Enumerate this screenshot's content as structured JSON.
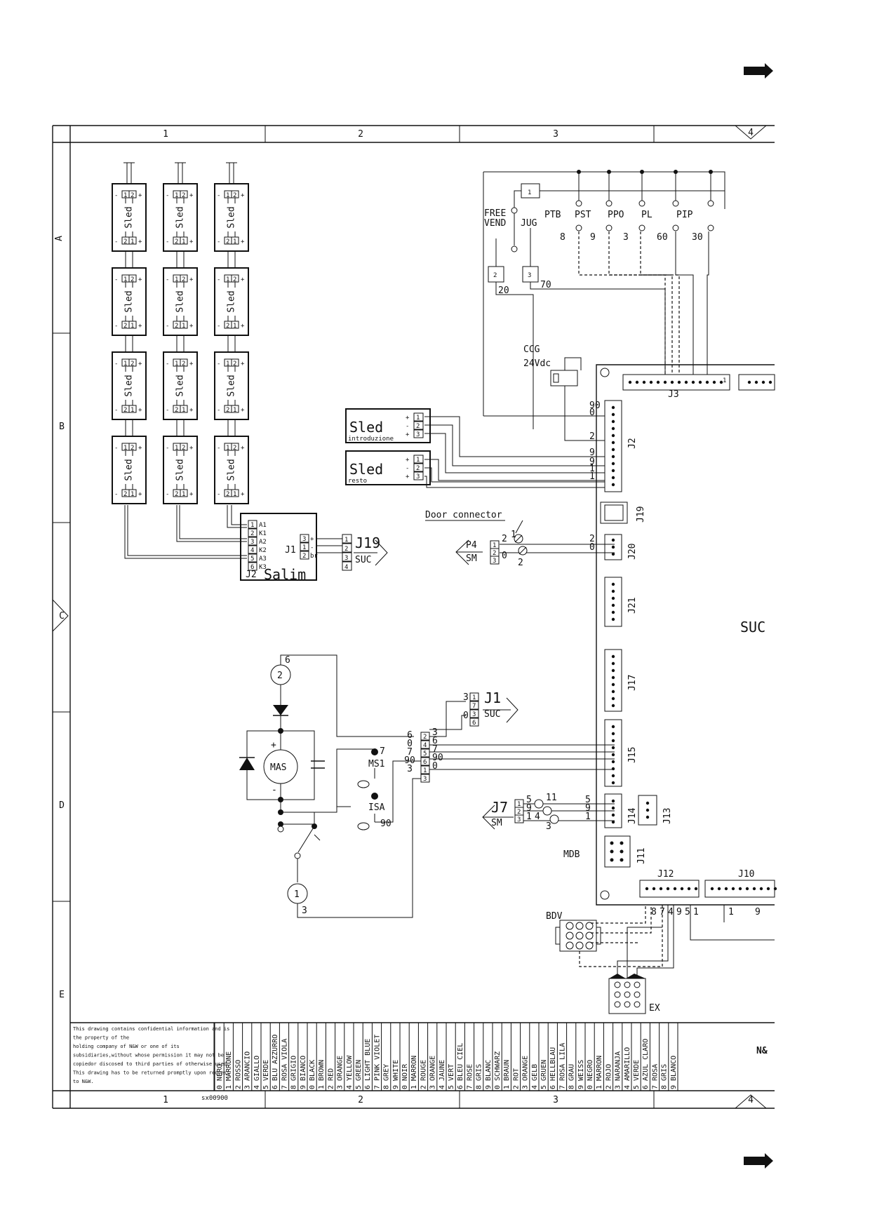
{
  "frame": {
    "columns": [
      "1",
      "2",
      "3",
      "4"
    ],
    "rows": [
      "A",
      "B",
      "C",
      "D",
      "E"
    ],
    "drawing_code": "sx00900",
    "brand_fragment": "N&"
  },
  "sled_matrix": {
    "label": "Sled",
    "top_pins": [
      "1",
      "2"
    ],
    "bottom_pins": [
      "2",
      "1"
    ],
    "signs": [
      "-",
      "+"
    ]
  },
  "sled_intro": {
    "title": "Sled",
    "subtitle": "introduzione",
    "pins": [
      "1",
      "2",
      "3"
    ],
    "signs": [
      "+",
      "-",
      "+"
    ]
  },
  "sled_resto": {
    "title": "Sled",
    "subtitle": "resto",
    "pins": [
      "1",
      "2",
      "3"
    ],
    "signs": [
      "+",
      "-",
      "+"
    ]
  },
  "salim": {
    "title": "Salim",
    "j2": "J2",
    "j1": "J1",
    "left_pins": [
      "1",
      "2",
      "3",
      "4",
      "5",
      "6"
    ],
    "left_labels": [
      "A1",
      "K1",
      "A2",
      "K2",
      "A3",
      "K3"
    ],
    "right_pins": [
      "3",
      "1",
      "2"
    ],
    "right_signs": [
      "+",
      "-",
      "br"
    ]
  },
  "j19_suc": {
    "conn": "J19",
    "target": "SUC",
    "pins": [
      "1",
      "2",
      "3",
      "4"
    ]
  },
  "top_switches": {
    "free_vend": [
      "FREE",
      "VEND"
    ],
    "jug": "JUG",
    "labels": [
      "PTB",
      "PST",
      "PPO",
      "PL",
      "PIP"
    ],
    "wire_numbers": [
      "8",
      "9",
      "3",
      "60",
      "30"
    ],
    "box1": "1",
    "box2": "2",
    "box3": "3",
    "w20": "20",
    "w70": "70"
  },
  "ccg": {
    "line1": "CCG",
    "line2": "24Vdc"
  },
  "suc_board": {
    "title": "SUC",
    "connectors": [
      "J3",
      "J2",
      "J19",
      "J20",
      "J21",
      "J17",
      "J15",
      "J14",
      "J13",
      "J11",
      "J12",
      "J10"
    ],
    "j3_pin": "1",
    "j2_wires": [
      "90",
      "0",
      "2",
      "9",
      "9",
      "1",
      "1"
    ],
    "j20_wires": [
      "2",
      "0"
    ],
    "j14_wires": [
      "5",
      "9",
      "1"
    ],
    "j12_pins": [
      "8",
      "7",
      "4",
      "9",
      "5",
      "1"
    ],
    "j10_pins": [
      "1",
      "9"
    ],
    "mdb": "MDB"
  },
  "door": {
    "title": "Door connector",
    "p4": "P4",
    "sm": "SM",
    "pins": [
      "1",
      "2",
      "3"
    ],
    "wires": [
      "2",
      "1",
      "0",
      "2"
    ]
  },
  "motor": {
    "mas": "MAS",
    "ms1": "MS1",
    "isa": "ISA",
    "node2": "2",
    "node1": "1",
    "plus": "+",
    "minus": "-",
    "w6": "6",
    "w3": "3",
    "w7": "7",
    "w90": "90",
    "mid_pins": [
      "2",
      "4",
      "5",
      "6",
      "1",
      "3"
    ],
    "mid_left": [
      "6",
      "0",
      "7",
      "90",
      "3"
    ],
    "mid_right": [
      "3",
      "6",
      "7",
      "90",
      "0"
    ]
  },
  "j1_suc": {
    "conn": "J1",
    "target": "SUC",
    "pins": [
      "1",
      "7",
      "3",
      "6"
    ],
    "wires": [
      "3",
      "0"
    ]
  },
  "j7_sm": {
    "conn": "J7",
    "target": "SM",
    "pins": [
      "1",
      "2",
      "3"
    ],
    "left": [
      "5",
      "9",
      "1"
    ],
    "right_nodes": [
      "11",
      "4",
      "3"
    ]
  },
  "bdv": {
    "title": "BDV"
  },
  "ex": {
    "title": "EX"
  },
  "confidential": [
    "This drawing contains confidential information and is",
    "the property of the",
    "holding company of N&W or one of its",
    "subsidiaries,without whose permission it may not be",
    "copiedor discosed to third parties of otherwise used.",
    "This drawing has to be returned promptly upon request",
    "to N&W."
  ],
  "color_legend": [
    "0 NERO",
    "1 MARRONE",
    "2 ROSSO",
    "3 ARANCIO",
    "4 GIALLO",
    "5 VERDE",
    "6 BLU AZZURRO",
    "7 ROSA VIOLA",
    "8 GRIGIO",
    "9 BIANCO",
    "0 BLACK",
    "1 BROWN",
    "2 RED",
    "3 ORANGE",
    "4 YELLOW",
    "5 GREEN",
    "6 LIGHT BLUE",
    "7 PINK VIOLET",
    "8 GREY",
    "9 WHITE",
    "0 NOIR",
    "1 MARRON",
    "2 ROUGE",
    "3 ORANGE",
    "4 JAUNE",
    "5 VERT",
    "6 BLEU CIEL",
    "7 ROSE",
    "8 GRIS",
    "9 BLANC",
    "0 SCHWARZ",
    "1 BRAUN",
    "2 ROT",
    "3 ORANGE",
    "4 GELB",
    "5 GRUEN",
    "6 HELLBLAU",
    "7 ROSA LILA",
    "8 GRAU",
    "9 WEISS",
    "0 NEGRO",
    "1 MARRON",
    "2 ROJO",
    "3 NARANJA",
    "4 AMARILLO",
    "5 VERDE",
    "6 AZUL CLARO",
    "7 ROSA",
    "8 GRIS",
    "9 BLANCO"
  ]
}
